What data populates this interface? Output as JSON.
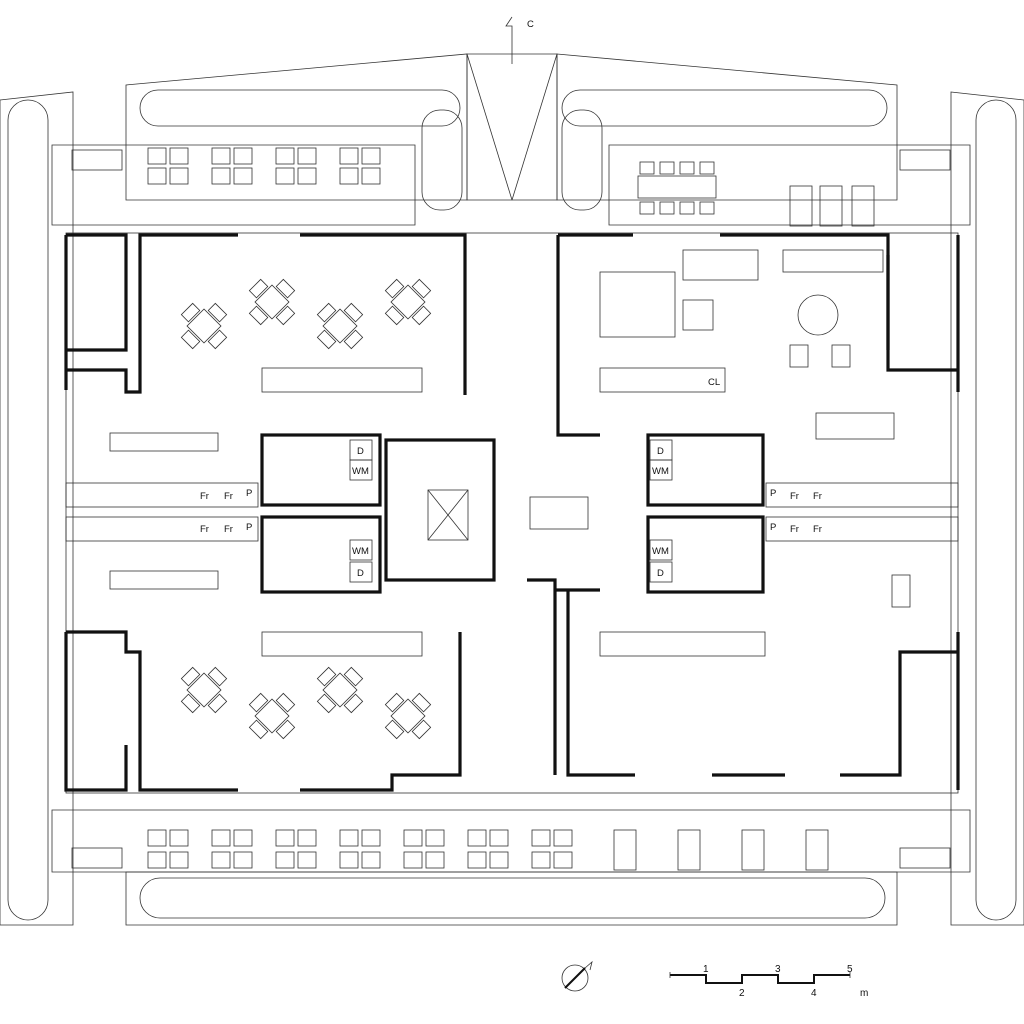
{
  "section_marker": "C",
  "room_labels": {
    "dryer": "D",
    "washing_machine": "WM",
    "fridge": "Fr",
    "pantry": "P",
    "closet": "CL"
  },
  "scale_bar": {
    "ticks_top": [
      "1",
      "3",
      "5"
    ],
    "ticks_bottom": [
      "2",
      "4"
    ],
    "unit": "m"
  }
}
